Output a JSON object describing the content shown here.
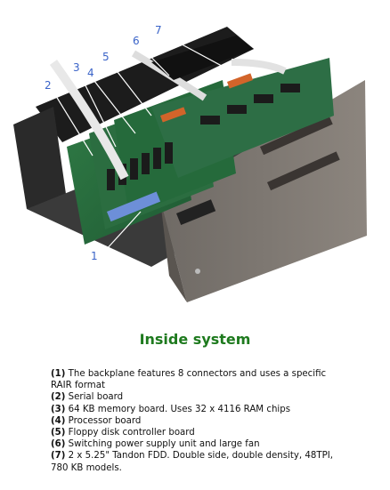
{
  "title": "Inside system",
  "items": [
    {
      "num": "(1)",
      "text": "The backplane features 8 connectors and uses a specific RAIR format"
    },
    {
      "num": "(2)",
      "text": "Serial board"
    },
    {
      "num": "(3)",
      "text": "64 KB memory board. Uses 32 x 4116 RAM chips"
    },
    {
      "num": "(4)",
      "text": "Processor board"
    },
    {
      "num": "(5)",
      "text": "Floppy disk controller board"
    },
    {
      "num": "(6)",
      "text": "Switching power supply unit and large fan"
    },
    {
      "num": "(7)",
      "text": "2 x 5.25\" Tandon FDD. Double side, double density, 48TPI, 780 KB models."
    }
  ],
  "callouts": [
    "1",
    "2",
    "3",
    "4",
    "5",
    "6",
    "7"
  ],
  "colors": {
    "title": "#1e7a1e",
    "callout": "#3a63c8",
    "case": "#7d766f"
  }
}
